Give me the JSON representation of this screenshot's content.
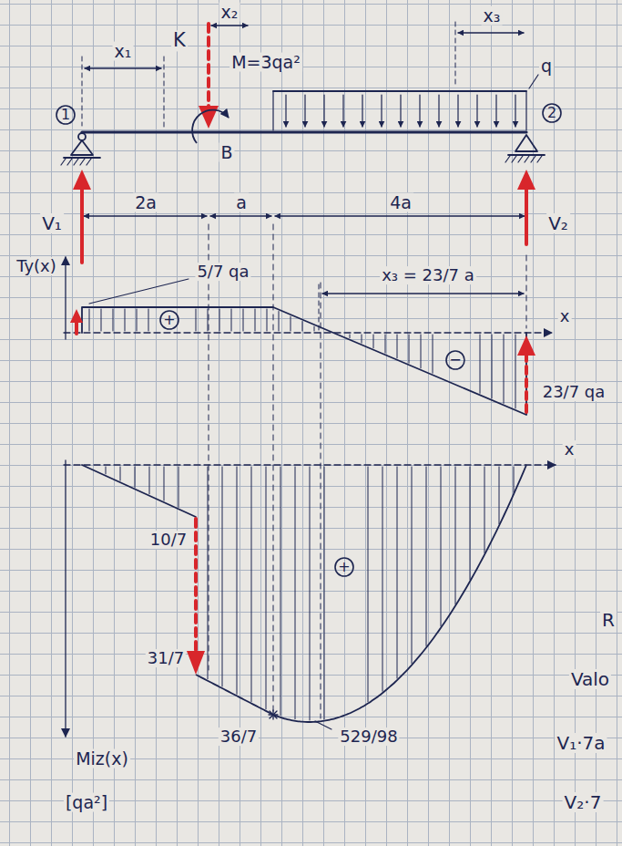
{
  "diagram": {
    "nodes": [
      {
        "text": [
          "1"
        ]
      },
      {
        "text": [
          "2"
        ]
      },
      {
        "text": [
          "+"
        ]
      },
      {
        "text": [
          "−"
        ]
      },
      {
        "text": [
          "+"
        ]
      }
    ],
    "labels": [
      "x₁",
      "K",
      "x₂",
      "M=3qa²",
      "x₃",
      "q",
      "B",
      "2a",
      "a",
      "4a",
      "V₁",
      "V₂",
      "Ty(x)",
      "5/7 qa",
      "x₃ = 23/7 a",
      "x",
      "23/7 qa",
      "x",
      "10/7",
      "31/7",
      "36/7",
      "529/98",
      "Miz(x)",
      "[qa²]",
      "R",
      "Valo",
      "V₁·7a",
      "V₂·7"
    ]
  }
}
